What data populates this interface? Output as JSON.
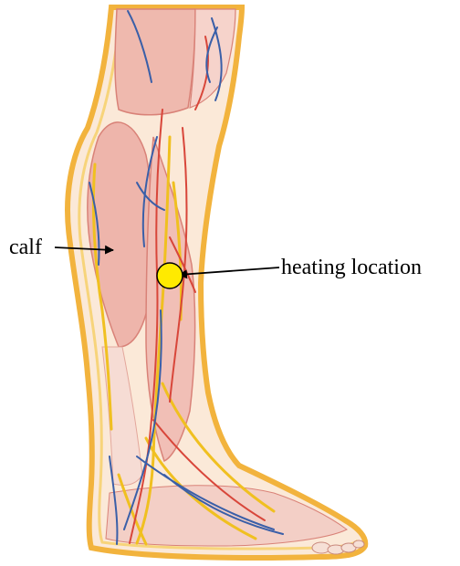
{
  "labels": {
    "calf": "calf",
    "heating_location": "heating location"
  },
  "colors": {
    "skin_outline": "#f2b33d",
    "skin_inner": "#f7d47a",
    "muscle": "#e9a9a0",
    "muscle_light": "#f4ccc4",
    "muscle_dark": "#d98278",
    "artery": "#d8463a",
    "vein": "#3a5fa8",
    "nerve": "#f0c020",
    "marker_fill": "#ffea00",
    "marker_stroke": "#000000",
    "arrow": "#000000"
  },
  "icons": {
    "marker": "heating-location-dot"
  }
}
